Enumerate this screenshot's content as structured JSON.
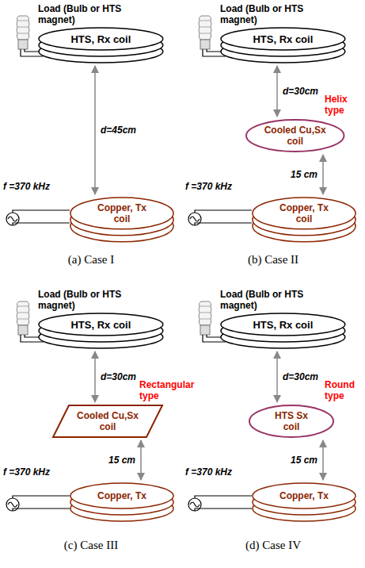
{
  "diagram": {
    "nodes": [
      {
        "text": [
          "HTS, Rx coil"
        ]
      },
      {
        "text": [
          "Copper, Tx coil"
        ]
      },
      {
        "text": [
          "HTS, Rx coil"
        ]
      },
      {
        "text": [
          "Cooled Cu,Sx coil"
        ]
      },
      {
        "text": [
          "Copper, Tx coil"
        ]
      },
      {
        "text": [
          "HTS, Rx coil"
        ]
      },
      {
        "text": [
          "Cooled Cu,Sx coil"
        ]
      },
      {
        "text": [
          "Copper, Tx"
        ]
      },
      {
        "text": [
          "HTS, Rx coil"
        ]
      },
      {
        "text": [
          "HTS Sx coil"
        ]
      },
      {
        "text": [
          "Copper, Tx"
        ]
      }
    ],
    "edges": [
      {
        "from": 1,
        "to": 0,
        "label": "d=45cm",
        "arrow": "both"
      },
      {
        "from": 3,
        "to": 2,
        "label": "d=30cm",
        "arrow": "both"
      },
      {
        "from": 4,
        "to": 3,
        "label": "15 cm",
        "arrow": "both"
      },
      {
        "from": 6,
        "to": 5,
        "label": "d=30cm",
        "arrow": "both"
      },
      {
        "from": 7,
        "to": 6,
        "label": "15 cm",
        "arrow": "both"
      },
      {
        "from": 9,
        "to": 8,
        "label": "d=30cm",
        "arrow": "both"
      },
      {
        "from": 10,
        "to": 9,
        "label": "15 cm",
        "arrow": "both"
      }
    ],
    "labels": [
      "Load (Bulb or HTS magnet)",
      "f =370 kHz",
      "(a) Case I",
      "Load (Bulb or HTS magnet)",
      "Helix type",
      "f =370 kHz",
      "(b) Case II",
      "Load (Bulb or HTS magnet)",
      "Rectangular type",
      "f =370 kHz",
      "(c) Case III",
      "Load (Bulb or HTS magnet)",
      "Round type",
      "f =370 kHz",
      "(d) Case IV"
    ]
  }
}
